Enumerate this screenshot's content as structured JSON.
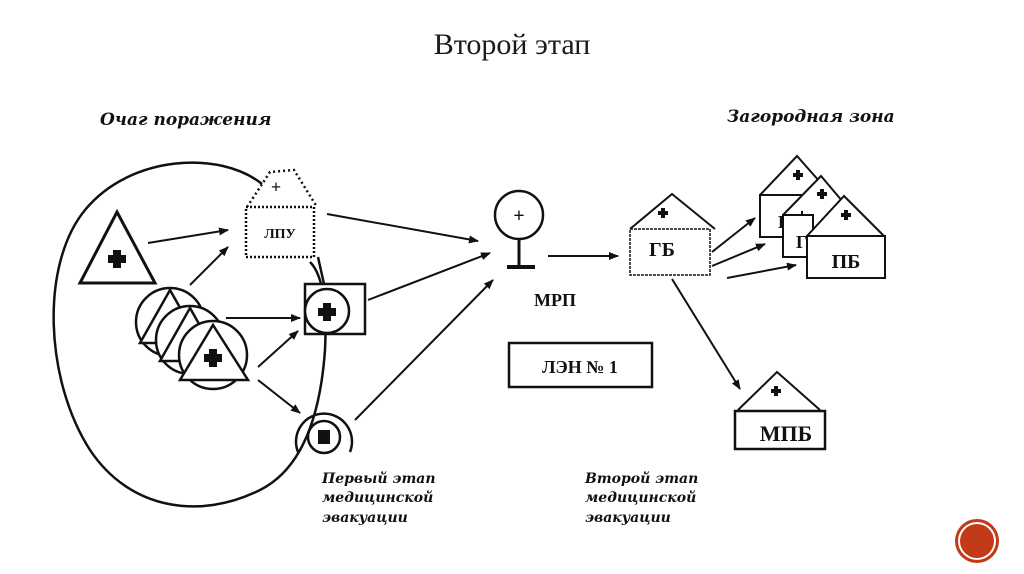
{
  "slide": {
    "title": "Второй этап"
  },
  "diagram": {
    "sections": {
      "lesion_focus": "Очаг поражения",
      "suburban_zone": "Загородная зона"
    },
    "nodes": {
      "lpu": "ЛПУ",
      "lpu_plus": "+",
      "mrp_plus": "+",
      "mrp": "МРП",
      "len": "ЛЭН № 1",
      "gb": "ГБ",
      "pb": "ПБ",
      "mpb": "МПБ"
    },
    "stage_labels": {
      "first": [
        "Первый этап",
        "медицинской",
        "эвакуации"
      ],
      "second": [
        "Второй этап",
        "медицинской",
        "эвакуации"
      ]
    }
  },
  "colors": {
    "ink": "#111111",
    "nav_button": "#c23a17"
  }
}
